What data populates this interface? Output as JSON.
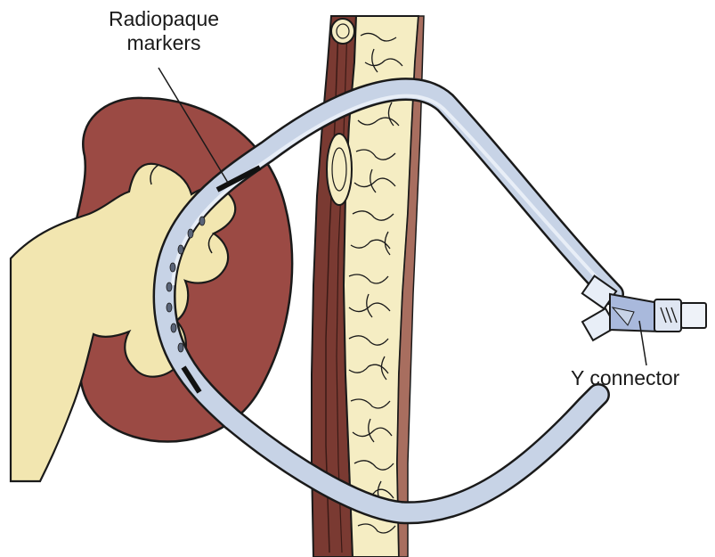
{
  "labels": {
    "radiopaque_markers_line1": "Radiopaque",
    "radiopaque_markers_line2": "markers",
    "y_connector": "Y connector"
  },
  "colors": {
    "kidney_cortex": "#9b4a44",
    "renal_pelvis": "#f2e6b0",
    "spine_marrow": "#f5edc3",
    "muscle": "#7a3a32",
    "catheter": "#c7d3e6",
    "connector": "#a9b9dc",
    "outline": "#1a1a1a"
  },
  "icons": [
    "kidney",
    "renal-pelvis",
    "nephrostomy-loop-catheter",
    "spine-column",
    "y-connector"
  ]
}
